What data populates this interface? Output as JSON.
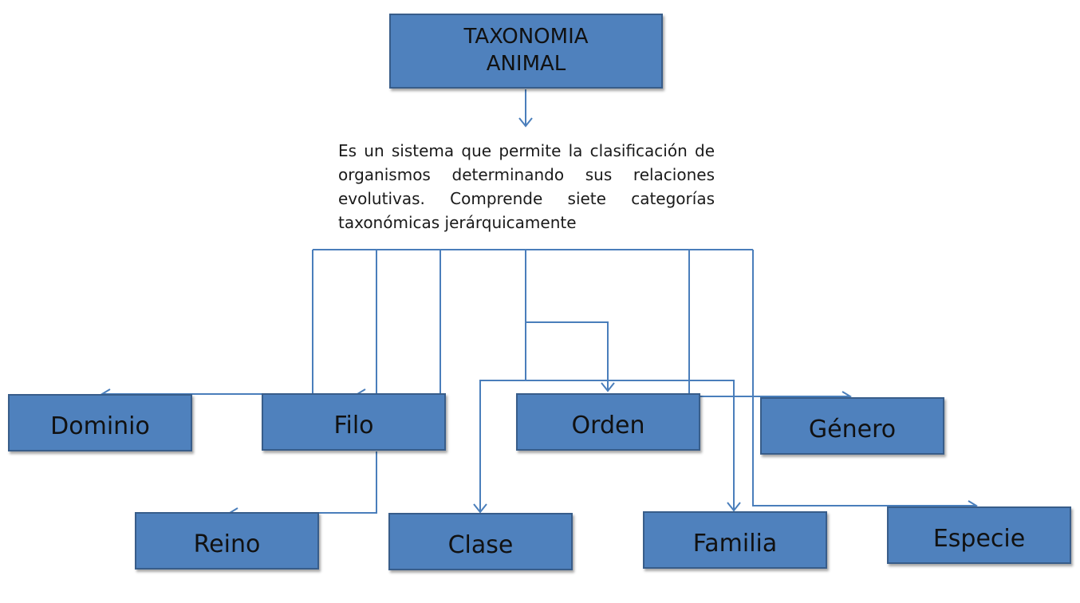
{
  "title": {
    "line1": "TAXONOMIA",
    "line2": "ANIMAL"
  },
  "description": "Es un sistema que permite la clasificación de organismos determinando sus relaciones evolutivas. Comprende siete categorías taxonómicas jerárquicamente",
  "categories": {
    "dominio": "Dominio",
    "filo": "Filo",
    "orden": "Orden",
    "genero": "Género",
    "reino": "Reino",
    "clase": "Clase",
    "familia": "Familia",
    "especie": "Especie"
  },
  "colors": {
    "box_fill": "#4f81bd",
    "box_border": "#385d8a",
    "connector": "#4f81bd"
  }
}
